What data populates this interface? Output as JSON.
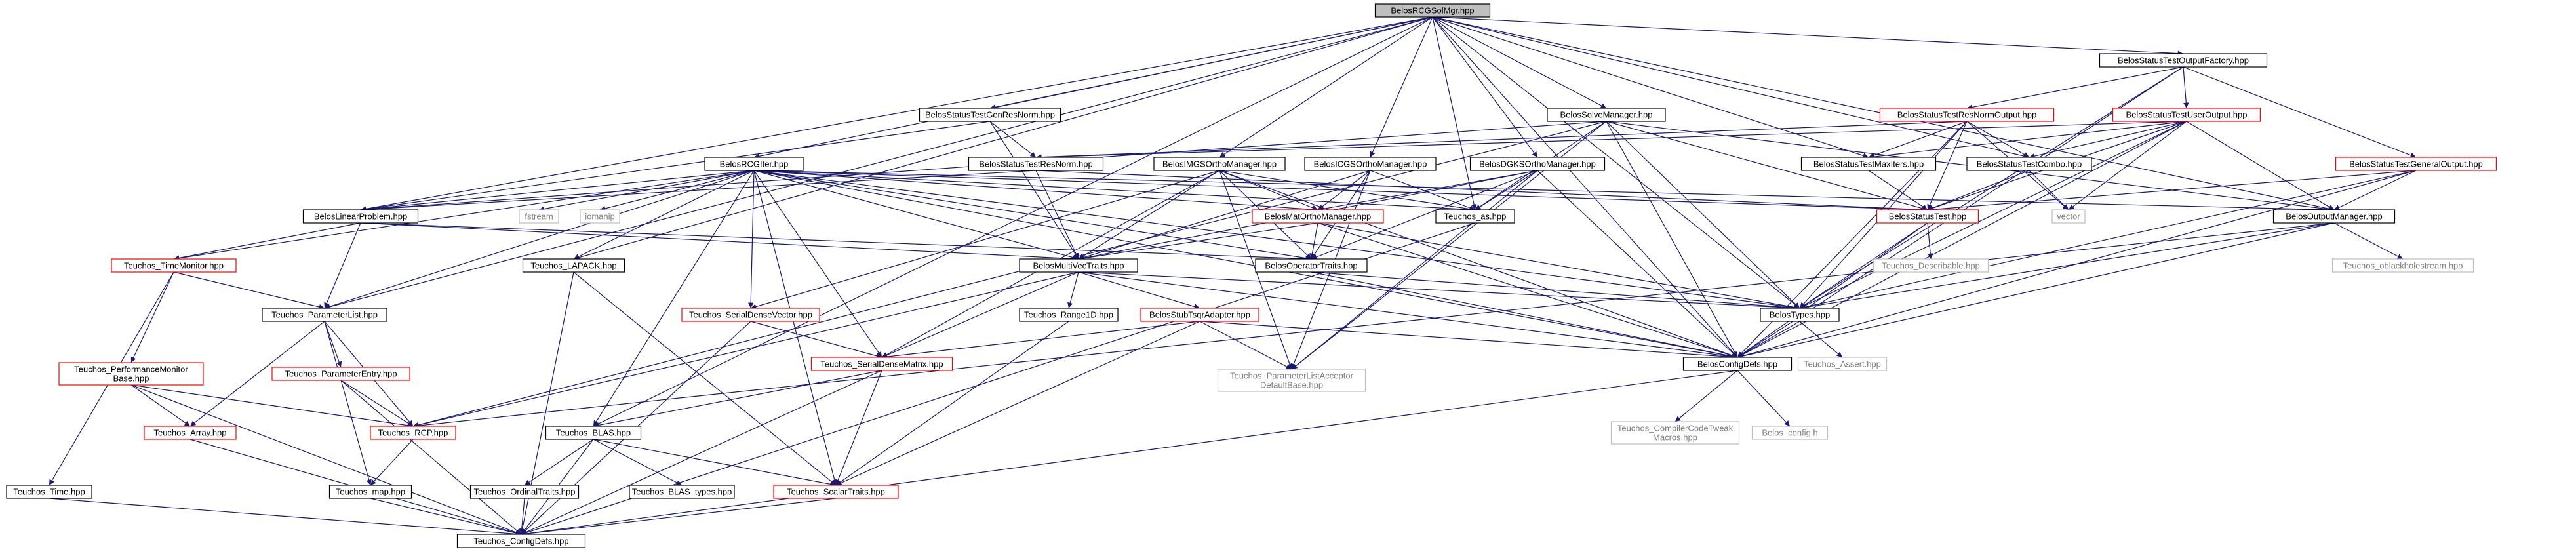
{
  "graph": {
    "colors": {
      "root_fill": "#bfbfbf",
      "node_fill": "#ffffff",
      "node_border": "#000000",
      "partial_border": "#ff0000",
      "external_border": "#bfbfbf",
      "external_text": "#808080",
      "edge": "#191970"
    },
    "nodes": [
      {
        "id": "root",
        "label": "BelosRCGSolMgr.hpp",
        "kind": "root"
      },
      {
        "id": "otf",
        "label": "BelosStatusTestOutputFactory.hpp",
        "kind": "normal"
      },
      {
        "id": "genres",
        "label": "BelosStatusTestGenResNorm.hpp",
        "kind": "normal"
      },
      {
        "id": "solvemgr",
        "label": "BelosSolveManager.hpp",
        "kind": "normal"
      },
      {
        "id": "resnormout",
        "label": "BelosStatusTestResNormOutput.hpp",
        "kind": "partial"
      },
      {
        "id": "userout",
        "label": "BelosStatusTestUserOutput.hpp",
        "kind": "partial"
      },
      {
        "id": "resnorm",
        "label": "BelosStatusTestResNorm.hpp",
        "kind": "normal"
      },
      {
        "id": "rciter",
        "label": "BelosRCGIter.hpp",
        "kind": "normal"
      },
      {
        "id": "imgs",
        "label": "BelosIMGSOrthoManager.hpp",
        "kind": "normal"
      },
      {
        "id": "icgs",
        "label": "BelosICGSOrthoManager.hpp",
        "kind": "normal"
      },
      {
        "id": "dgks",
        "label": "BelosDGKSOrthoManager.hpp",
        "kind": "normal"
      },
      {
        "id": "maxiters",
        "label": "BelosStatusTestMaxIters.hpp",
        "kind": "normal"
      },
      {
        "id": "combo",
        "label": "BelosStatusTestCombo.hpp",
        "kind": "normal"
      },
      {
        "id": "genout",
        "label": "BelosStatusTestGeneralOutput.hpp",
        "kind": "partial"
      },
      {
        "id": "linprob",
        "label": "BelosLinearProblem.hpp",
        "kind": "normal"
      },
      {
        "id": "fstream",
        "label": "fstream",
        "kind": "external"
      },
      {
        "id": "iomanip",
        "label": "iomanip",
        "kind": "external"
      },
      {
        "id": "matortho",
        "label": "BelosMatOrthoManager.hpp",
        "kind": "partial"
      },
      {
        "id": "teuchos_as",
        "label": "Teuchos_as.hpp",
        "kind": "normal"
      },
      {
        "id": "statustest",
        "label": "BelosStatusTest.hpp",
        "kind": "partial"
      },
      {
        "id": "vector",
        "label": "vector",
        "kind": "external"
      },
      {
        "id": "outmgr",
        "label": "BelosOutputManager.hpp",
        "kind": "normal"
      },
      {
        "id": "timemon",
        "label": "Teuchos_TimeMonitor.hpp",
        "kind": "partial"
      },
      {
        "id": "lapack",
        "label": "Teuchos_LAPACK.hpp",
        "kind": "normal"
      },
      {
        "id": "multivec",
        "label": "BelosMultiVecTraits.hpp",
        "kind": "normal"
      },
      {
        "id": "optraits",
        "label": "BelosOperatorTraits.hpp",
        "kind": "normal"
      },
      {
        "id": "describable",
        "label": "Teuchos_Describable.hpp",
        "kind": "external"
      },
      {
        "id": "oblack",
        "label": "Teuchos_oblackholestream.hpp",
        "kind": "external"
      },
      {
        "id": "paramlist",
        "label": "Teuchos_ParameterList.hpp",
        "kind": "normal"
      },
      {
        "id": "belostypes",
        "label": "BelosTypes.hpp",
        "kind": "normal"
      },
      {
        "id": "perfmon",
        "label": "Teuchos_PerformanceMonitor\nBase.hpp",
        "kind": "partial"
      },
      {
        "id": "paramentry",
        "label": "Teuchos_ParameterEntry.hpp",
        "kind": "partial"
      },
      {
        "id": "serialdv",
        "label": "Teuchos_SerialDenseVector.hpp",
        "kind": "partial"
      },
      {
        "id": "range1d",
        "label": "Teuchos_Range1D.hpp",
        "kind": "normal"
      },
      {
        "id": "tsqr",
        "label": "BelosStubTsqrAdapter.hpp",
        "kind": "partial"
      },
      {
        "id": "serialdm",
        "label": "Teuchos_SerialDenseMatrix.hpp",
        "kind": "partial"
      },
      {
        "id": "plad",
        "label": "Teuchos_ParameterListAcceptor\nDefaultBase.hpp",
        "kind": "external"
      },
      {
        "id": "configdefs",
        "label": "BelosConfigDefs.hpp",
        "kind": "normal"
      },
      {
        "id": "tasserts",
        "label": "Teuchos_Assert.hpp",
        "kind": "external"
      },
      {
        "id": "array",
        "label": "Teuchos_Array.hpp",
        "kind": "partial"
      },
      {
        "id": "rcp",
        "label": "Teuchos_RCP.hpp",
        "kind": "partial"
      },
      {
        "id": "blas",
        "label": "Teuchos_BLAS.hpp",
        "kind": "normal"
      },
      {
        "id": "ccte",
        "label": "Teuchos_CompilerCodeTweak\nMacros.hpp",
        "kind": "external"
      },
      {
        "id": "belosconfig",
        "label": "Belos_config.h",
        "kind": "external"
      },
      {
        "id": "ttime",
        "label": "Teuchos_Time.hpp",
        "kind": "normal"
      },
      {
        "id": "tmap",
        "label": "Teuchos_map.hpp",
        "kind": "normal"
      },
      {
        "id": "ordinal",
        "label": "Teuchos_OrdinalTraits.hpp",
        "kind": "normal"
      },
      {
        "id": "blastypes",
        "label": "Teuchos_BLAS_types.hpp",
        "kind": "normal"
      },
      {
        "id": "scalar",
        "label": "Teuchos_ScalarTraits.hpp",
        "kind": "partial"
      },
      {
        "id": "tconfig",
        "label": "Teuchos_ConfigDefs.hpp",
        "kind": "normal"
      }
    ],
    "edges": [
      [
        "root",
        "otf"
      ],
      [
        "root",
        "genres"
      ],
      [
        "root",
        "solvemgr"
      ],
      [
        "root",
        "rciter"
      ],
      [
        "root",
        "imgs"
      ],
      [
        "root",
        "icgs"
      ],
      [
        "root",
        "dgks"
      ],
      [
        "root",
        "linprob"
      ],
      [
        "root",
        "teuchos_as"
      ],
      [
        "root",
        "maxiters"
      ],
      [
        "root",
        "combo"
      ],
      [
        "root",
        "belostypes"
      ],
      [
        "root",
        "outmgr"
      ],
      [
        "root",
        "configdefs"
      ],
      [
        "root",
        "blas"
      ],
      [
        "root",
        "lapack"
      ],
      [
        "root",
        "paramlist"
      ],
      [
        "otf",
        "resnormout"
      ],
      [
        "otf",
        "userout"
      ],
      [
        "otf",
        "genout"
      ],
      [
        "otf",
        "belostypes"
      ],
      [
        "otf",
        "configdefs"
      ],
      [
        "genres",
        "resnorm"
      ],
      [
        "genres",
        "multivec"
      ],
      [
        "genres",
        "linprob"
      ],
      [
        "solvemgr",
        "linprob"
      ],
      [
        "solvemgr",
        "statustest"
      ],
      [
        "solvemgr",
        "outmgr"
      ],
      [
        "solvemgr",
        "belostypes"
      ],
      [
        "solvemgr",
        "configdefs"
      ],
      [
        "solvemgr",
        "rcp"
      ],
      [
        "solvemgr",
        "teuchos_as"
      ],
      [
        "solvemgr",
        "plad"
      ],
      [
        "resnormout",
        "statustest"
      ],
      [
        "resnormout",
        "combo"
      ],
      [
        "resnormout",
        "maxiters"
      ],
      [
        "resnormout",
        "resnorm"
      ],
      [
        "resnormout",
        "belostypes"
      ],
      [
        "resnormout",
        "configdefs"
      ],
      [
        "resnormout",
        "vector"
      ],
      [
        "userout",
        "statustest"
      ],
      [
        "userout",
        "combo"
      ],
      [
        "userout",
        "maxiters"
      ],
      [
        "userout",
        "resnorm"
      ],
      [
        "userout",
        "belostypes"
      ],
      [
        "userout",
        "configdefs"
      ],
      [
        "userout",
        "outmgr"
      ],
      [
        "userout",
        "vector"
      ],
      [
        "resnorm",
        "statustest"
      ],
      [
        "resnorm",
        "multivec"
      ],
      [
        "resnorm",
        "linprob"
      ],
      [
        "rciter",
        "linprob"
      ],
      [
        "rciter",
        "fstream"
      ],
      [
        "rciter",
        "iomanip"
      ],
      [
        "rciter",
        "matortho"
      ],
      [
        "rciter",
        "statustest"
      ],
      [
        "rciter",
        "outmgr"
      ],
      [
        "rciter",
        "timemon"
      ],
      [
        "rciter",
        "lapack"
      ],
      [
        "rciter",
        "multivec"
      ],
      [
        "rciter",
        "optraits"
      ],
      [
        "rciter",
        "paramlist"
      ],
      [
        "rciter",
        "belostypes"
      ],
      [
        "rciter",
        "serialdv"
      ],
      [
        "rciter",
        "serialdm"
      ],
      [
        "rciter",
        "configdefs"
      ],
      [
        "rciter",
        "blas"
      ],
      [
        "rciter",
        "scalar"
      ],
      [
        "rciter",
        "teuchos_as"
      ],
      [
        "imgs",
        "matortho"
      ],
      [
        "imgs",
        "multivec"
      ],
      [
        "imgs",
        "optraits"
      ],
      [
        "imgs",
        "serialdm"
      ],
      [
        "imgs",
        "serialdv"
      ],
      [
        "imgs",
        "teuchos_as"
      ],
      [
        "imgs",
        "plad"
      ],
      [
        "imgs",
        "configdefs"
      ],
      [
        "icgs",
        "matortho"
      ],
      [
        "icgs",
        "multivec"
      ],
      [
        "icgs",
        "optraits"
      ],
      [
        "icgs",
        "teuchos_as"
      ],
      [
        "icgs",
        "plad"
      ],
      [
        "dgks",
        "matortho"
      ],
      [
        "dgks",
        "multivec"
      ],
      [
        "dgks",
        "optraits"
      ],
      [
        "dgks",
        "teuchos_as"
      ],
      [
        "dgks",
        "plad"
      ],
      [
        "dgks",
        "configdefs"
      ],
      [
        "maxiters",
        "statustest"
      ],
      [
        "combo",
        "statustest"
      ],
      [
        "combo",
        "vector"
      ],
      [
        "genout",
        "statustest"
      ],
      [
        "genout",
        "outmgr"
      ],
      [
        "genout",
        "belostypes"
      ],
      [
        "genout",
        "configdefs"
      ],
      [
        "linprob",
        "multivec"
      ],
      [
        "linprob",
        "optraits"
      ],
      [
        "linprob",
        "timemon"
      ],
      [
        "linprob",
        "paramlist"
      ],
      [
        "matortho",
        "multivec"
      ],
      [
        "matortho",
        "optraits"
      ],
      [
        "matortho",
        "belostypes"
      ],
      [
        "matortho",
        "configdefs"
      ],
      [
        "teuchos_as",
        "tconfig"
      ],
      [
        "statustest",
        "describable"
      ],
      [
        "statustest",
        "belostypes"
      ],
      [
        "statustest",
        "configdefs"
      ],
      [
        "outmgr",
        "oblack"
      ],
      [
        "outmgr",
        "belostypes"
      ],
      [
        "outmgr",
        "configdefs"
      ],
      [
        "outmgr",
        "rcp"
      ],
      [
        "timemon",
        "perfmon"
      ],
      [
        "timemon",
        "ttime"
      ],
      [
        "timemon",
        "paramlist"
      ],
      [
        "lapack",
        "tconfig"
      ],
      [
        "lapack",
        "scalar"
      ],
      [
        "multivec",
        "range1d"
      ],
      [
        "multivec",
        "tsqr"
      ],
      [
        "multivec",
        "serialdm"
      ],
      [
        "multivec",
        "belostypes"
      ],
      [
        "multivec",
        "configdefs"
      ],
      [
        "multivec",
        "rcp"
      ],
      [
        "optraits",
        "belostypes"
      ],
      [
        "optraits",
        "configdefs"
      ],
      [
        "belostypes",
        "configdefs"
      ],
      [
        "belostypes",
        "tasserts"
      ],
      [
        "paramlist",
        "paramentry"
      ],
      [
        "paramlist",
        "array"
      ],
      [
        "paramlist",
        "rcp"
      ],
      [
        "paramlist",
        "tmap"
      ],
      [
        "perfmon",
        "array"
      ],
      [
        "perfmon",
        "rcp"
      ],
      [
        "perfmon",
        "tconfig"
      ],
      [
        "paramentry",
        "rcp"
      ],
      [
        "paramentry",
        "tconfig"
      ],
      [
        "serialdv",
        "serialdm"
      ],
      [
        "serialdv",
        "tconfig"
      ],
      [
        "range1d",
        "scalar"
      ],
      [
        "tsqr",
        "serialdm"
      ],
      [
        "tsqr",
        "plad"
      ],
      [
        "tsqr",
        "configdefs"
      ],
      [
        "tsqr",
        "scalar"
      ],
      [
        "serialdm",
        "blas"
      ],
      [
        "serialdm",
        "scalar"
      ],
      [
        "serialdm",
        "tconfig"
      ],
      [
        "configdefs",
        "ccte"
      ],
      [
        "configdefs",
        "belosconfig"
      ],
      [
        "configdefs",
        "tconfig"
      ],
      [
        "array",
        "tconfig"
      ],
      [
        "rcp",
        "tmap"
      ],
      [
        "blas",
        "ordinal"
      ],
      [
        "blas",
        "blastypes"
      ],
      [
        "blas",
        "scalar"
      ],
      [
        "blas",
        "tconfig"
      ],
      [
        "ttime",
        "tconfig"
      ],
      [
        "tmap",
        "tconfig"
      ],
      [
        "ordinal",
        "tconfig"
      ],
      [
        "scalar",
        "tconfig"
      ]
    ]
  }
}
